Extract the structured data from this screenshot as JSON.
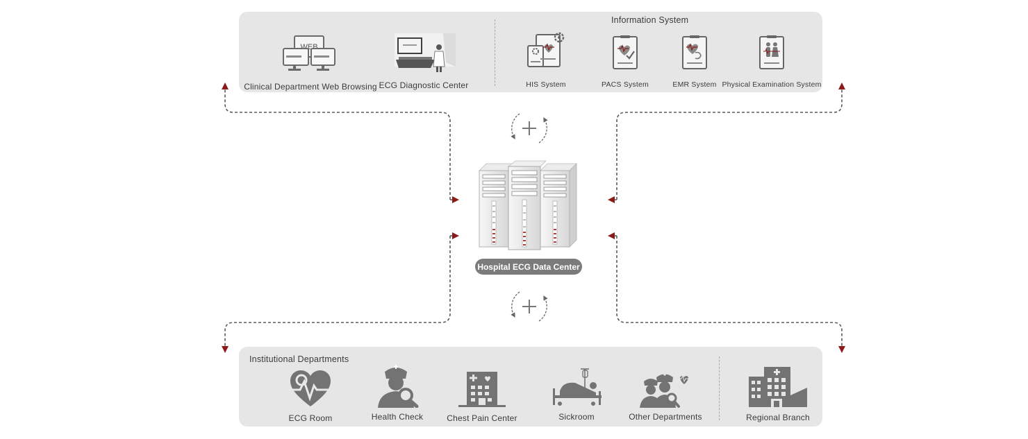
{
  "information_system": {
    "title": "Information System",
    "left_items": [
      {
        "label": "Clinical Department Web Browsing",
        "icon": "web-monitors-icon",
        "screen_text": "WEB"
      },
      {
        "label": "ECG Diagnostic Center",
        "icon": "diagnostic-room-icon"
      }
    ],
    "systems": [
      {
        "label": "HIS System",
        "icon": "his-clipboard-icon"
      },
      {
        "label": "PACS System",
        "icon": "pacs-clipboard-icon"
      },
      {
        "label": "EMR System",
        "icon": "emr-clipboard-icon"
      },
      {
        "label": "Physical Examination System",
        "icon": "exam-clipboard-icon"
      }
    ]
  },
  "data_center": {
    "label": "Hospital ECG Data Center",
    "icon": "server-cluster-icon"
  },
  "institutional": {
    "title": "Institutional Departments",
    "items": [
      {
        "label": "ECG Room",
        "icon": "heart-pulse-icon"
      },
      {
        "label": "Health Check",
        "icon": "nurse-search-icon"
      },
      {
        "label": "Chest Pain Center",
        "icon": "hospital-building-icon"
      },
      {
        "label": "Sickroom",
        "icon": "hospital-bed-icon"
      },
      {
        "label": "Other Departments",
        "icon": "staff-group-icon"
      }
    ],
    "branch": {
      "label": "Regional Branch",
      "icon": "branch-building-icon"
    }
  },
  "colors": {
    "panel": "#e6e6e6",
    "icon_dark": "#707070",
    "accent_red": "#8b1a1a",
    "connector": "#666666"
  }
}
